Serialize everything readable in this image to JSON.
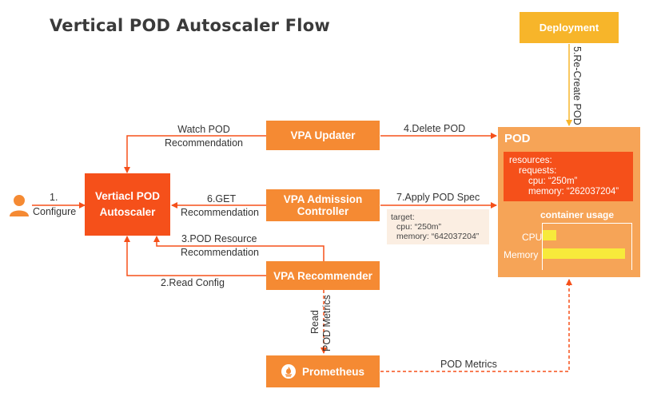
{
  "title": "Vertical POD Autoscaler Flow",
  "nodes": {
    "deployment": "Deployment",
    "vpa_updater": "VPA Updater",
    "vpa_admission_line1": "VPA Admission",
    "vpa_admission_line2": "Controller",
    "vpa_recommender": "VPA Recommender",
    "autoscaler_line1": "Vertiacl POD",
    "autoscaler_line2": "Autoscaler",
    "prometheus": "Prometheus"
  },
  "edges": {
    "configure_num": "1.",
    "configure_text": "Configure",
    "watch_line1": "Watch POD",
    "watch_line2": "Recommendation",
    "get_line1": "6.GET",
    "get_line2": "Recommendation",
    "pod_resource_line1": "3.POD Resource",
    "pod_resource_line2": "Recommendation",
    "read_config": "2.Read Config",
    "delete_pod": "4.Delete POD",
    "apply_pod_spec": "7.Apply POD Spec",
    "recreate_pod": "5.Re-Create POD",
    "read": "Read",
    "pod_metrics_vertical": "POD Metrics",
    "pod_metrics": "POD Metrics"
  },
  "pod": {
    "title": "POD",
    "resources": "resources:",
    "requests": "requests:",
    "cpu": "cpu: “250m”",
    "memory": "memory: “262037204”",
    "usage_title": "container usage",
    "cpu_label": "CPU",
    "memory_label": "Memory",
    "cpu_usage_fraction": 0.15,
    "memory_usage_fraction": 0.93
  },
  "target": {
    "label": "target:",
    "cpu": "cpu: “250m”",
    "memory": "memory: “642037204”"
  },
  "colors": {
    "orange": "#f58a33",
    "red": "#f5501a",
    "yellow": "#f7b52a",
    "pod_bg": "#f6a457",
    "usage_bar": "#f7ea3b",
    "arrow": "#f5501a"
  }
}
